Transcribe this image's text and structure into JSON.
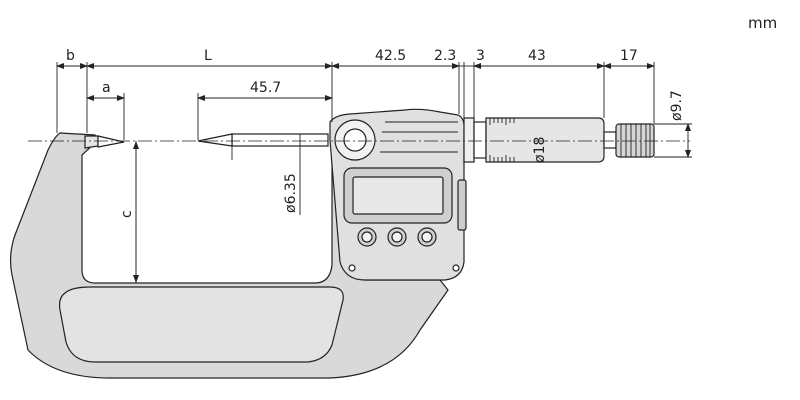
{
  "unit": "mm",
  "dimensions": {
    "b": "b",
    "L": "L",
    "a": "a",
    "d45_7": "45.7",
    "d42_5": "42.5",
    "d2_3": "2.3",
    "d3": "3",
    "d43": "43",
    "d17": "17",
    "dia9_7": "ø9.7",
    "dia18": "ø18",
    "dia6_35": "ø6.35",
    "c": "c"
  },
  "colors": {
    "frame": "#d9d9d9",
    "frame_light": "#e8e8e8",
    "outline": "#222222",
    "display": "#cfcfcf"
  }
}
